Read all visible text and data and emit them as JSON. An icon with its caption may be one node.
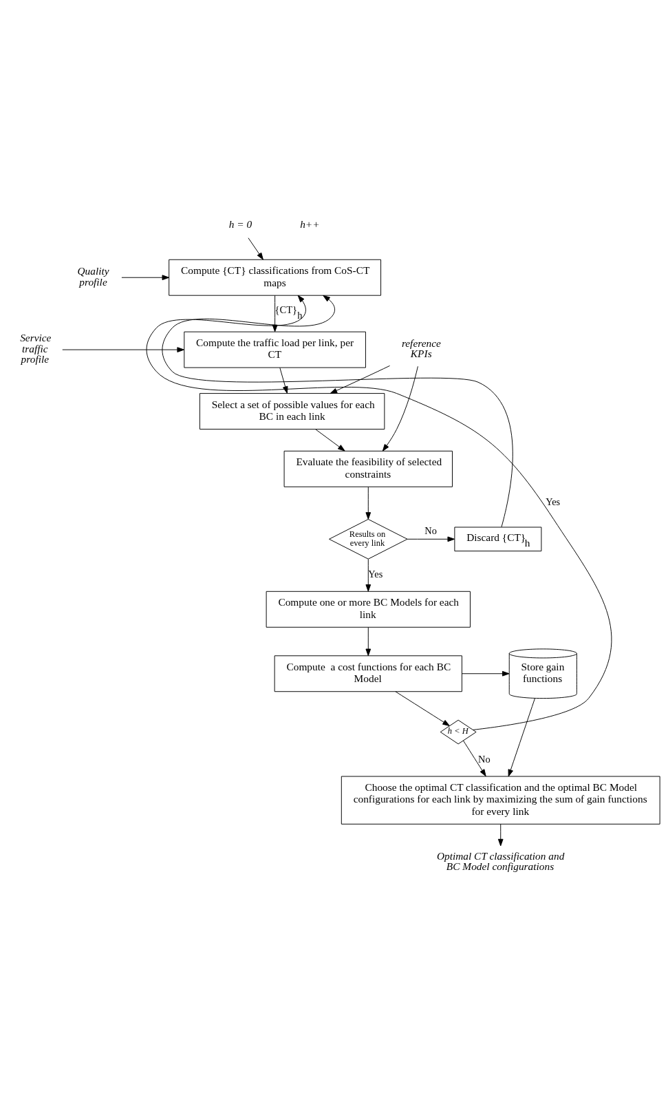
{
  "diagram": {
    "nodes": [
      {
        "text": [
          "h = 0"
        ]
      },
      {
        "text": [
          "Compute {CT} classifications from CoS-CT maps"
        ]
      },
      {
        "text": [
          "Quality profile"
        ]
      },
      {
        "text": [
          "Compute the traffic load per link, per CT"
        ]
      },
      {
        "text": [
          "Service traffic profile"
        ]
      },
      {
        "text": [
          "Select a set of possible values for each BC in each link"
        ]
      },
      {
        "text": [
          "reference KPIs"
        ]
      },
      {
        "text": [
          "Evaluate the feasibility of selected constraints"
        ]
      },
      {
        "text": [
          "Results on every link"
        ]
      },
      {
        "text": [
          "Discard {CT}$_{h}$"
        ]
      },
      {
        "text": [
          "Compute one or more BC Models for each link"
        ]
      },
      {
        "text": [
          "Store gain functions"
        ]
      },
      {
        "text": [
          "Compute  a cost functions for each BC Model"
        ]
      },
      {
        "text": [
          "h < H"
        ]
      },
      {
        "text": [
          "Choose the optimal CT classification and the optimal BC Model configurations for each link by maximizing the sum of gain functions for every link"
        ]
      },
      {
        "text": [
          "Optimal CT classification and BC Model configurations"
        ]
      }
    ],
    "edges": [
      {
        "from": 0,
        "to": 1,
        "arrow": "to"
      },
      {
        "from": 2,
        "to": 1,
        "arrow": "to"
      },
      {
        "from": 1,
        "to": 3,
        "arrow": "to",
        "label": "{CT}$_{h}$"
      },
      {
        "from": 4,
        "to": 3,
        "arrow": "to"
      },
      {
        "from": 3,
        "to": 5,
        "arrow": "to"
      },
      {
        "from": 6,
        "to": 5,
        "arrow": "to"
      },
      {
        "from": 6,
        "to": 7,
        "arrow": "to"
      },
      {
        "from": 5,
        "to": 7,
        "arrow": "to"
      },
      {
        "from": 7,
        "to": 8,
        "arrow": "to"
      },
      {
        "from": 8,
        "to": 9,
        "arrow": "to",
        "label": "No"
      },
      {
        "from": 8,
        "to": 10,
        "arrow": "to",
        "label": "Yes"
      },
      {
        "from": 9,
        "to": 1,
        "arrow": "to"
      },
      {
        "from": 10,
        "to": 12,
        "arrow": "to"
      },
      {
        "from": 12,
        "to": 11,
        "arrow": "to"
      },
      {
        "from": 12,
        "to": 13,
        "arrow": "to"
      },
      {
        "from": 13,
        "to": 1,
        "arrow": "to",
        "label": "Yes"
      },
      {
        "from": 11,
        "to": 14,
        "arrow": "to"
      },
      {
        "from": 13,
        "to": 14,
        "arrow": "to",
        "label": "No"
      },
      {
        "from": 14,
        "to": 15,
        "arrow": "to"
      }
    ],
    "labels": [
      "h++"
    ]
  }
}
